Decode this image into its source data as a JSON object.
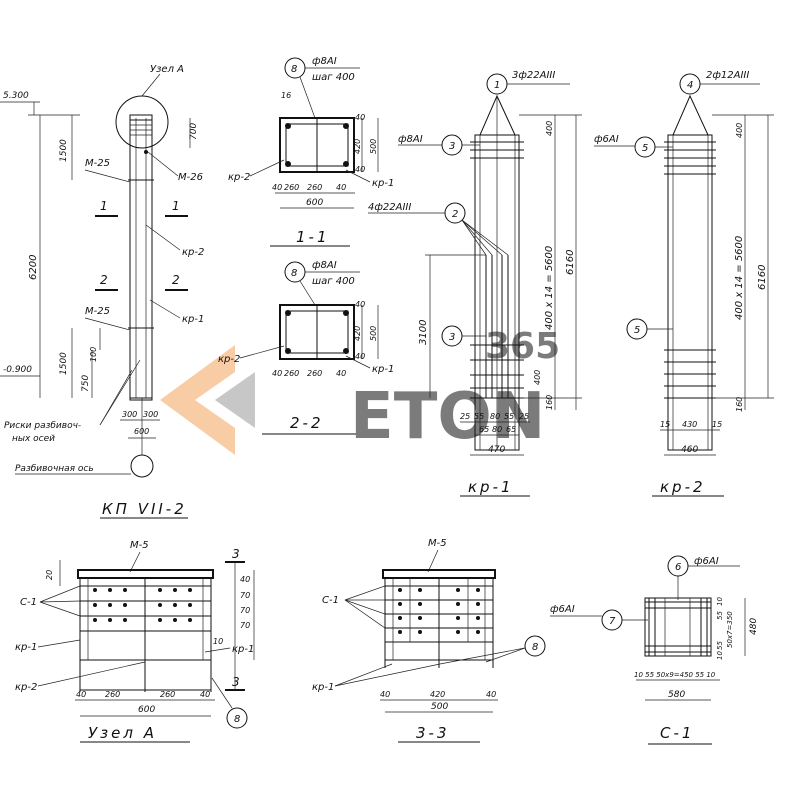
{
  "watermark": {
    "brand": "ETON",
    "number": "365",
    "color_main": "#9a9a9a",
    "color_accent": "#f3a45c"
  },
  "column": {
    "uzel_label": "Узел А",
    "elev_top": "5.300",
    "elev_bottom": "-0.900",
    "dims": [
      "1500",
      "700",
      "6200",
      "1500",
      "750",
      "100",
      "300",
      "300",
      "600"
    ],
    "marks": [
      "М-25",
      "М-26",
      "кр-2",
      "кр-1",
      "М-25"
    ],
    "section_numbers": [
      "1",
      "1",
      "2",
      "2"
    ],
    "note_line1": "Риски разбивоч-",
    "note_line2": "ных осей",
    "axis_label": "Разбивочная ось",
    "title": "КП VII-2"
  },
  "section11": {
    "callout": "8",
    "bar": "ф8АI",
    "step": "шаг 400",
    "dims_top": "16",
    "dims_side": [
      "40",
      "420",
      "40",
      "500"
    ],
    "dims_bottom": [
      "40",
      "260",
      "260",
      "40"
    ],
    "width": "600",
    "left_label": "кр-2",
    "right_label": "кр-1",
    "title": "1-1"
  },
  "section22": {
    "callout": "8",
    "bar": "ф8АI",
    "step": "шаг 400",
    "dims_side": [
      "40",
      "420",
      "40",
      "500"
    ],
    "dims_bottom": [
      "40",
      "260",
      "260",
      "40"
    ],
    "left_label": "кр-2",
    "right_label": "кр-1",
    "title": "2-2"
  },
  "kr1": {
    "callouts": [
      "1",
      "3",
      "2",
      "3"
    ],
    "top_bar": "3ф22АIII",
    "stirrup": "ф8АI",
    "long_bar": "4ф22АIII",
    "dims_right": [
      "400",
      "400 x 14 = 5600",
      "400",
      "160",
      "6160"
    ],
    "dim_left": "3100",
    "dims_bottom": [
      "25",
      "55",
      "80",
      "55",
      "25"
    ],
    "dims_bottom2": [
      "65",
      "80",
      "65"
    ],
    "width": "470",
    "title": "кр-1"
  },
  "kr2": {
    "callouts": [
      "4",
      "5",
      "5"
    ],
    "top_bar": "2ф12АIII",
    "stirrup": "ф6АI",
    "dims_right": [
      "400",
      "400 x 14 = 5600",
      "6160",
      "160"
    ],
    "dims_bottom": [
      "15",
      "430",
      "15"
    ],
    "width": "460",
    "title": "кр-2"
  },
  "uzelA": {
    "mark": "М-5",
    "section_mark": "3",
    "top_dim": "20",
    "dims_side": [
      "40",
      "70",
      "70",
      "70",
      "10"
    ],
    "labels": [
      "С-1",
      "кр-1",
      "кр-2",
      "кр-1"
    ],
    "dims_bottom": [
      "40",
      "260",
      "260",
      "40"
    ],
    "width": "600",
    "callout": "8",
    "title": "Узел А"
  },
  "sec33": {
    "mark": "М-5",
    "labels": [
      "С-1",
      "кр-1"
    ],
    "callout": "8",
    "dims_bottom": [
      "40",
      "420",
      "40"
    ],
    "width": "500",
    "title": "3-3"
  },
  "c1": {
    "callouts": [
      "6",
      "7"
    ],
    "bar_top": "ф6АI",
    "bar_left": "ф6АI",
    "dims_side": [
      "10",
      "55",
      "50x7=350",
      "55",
      "10"
    ],
    "height": "480",
    "dims_bottom": "10 55 50x9=450 55 10",
    "width": "580",
    "title": "С-1"
  }
}
